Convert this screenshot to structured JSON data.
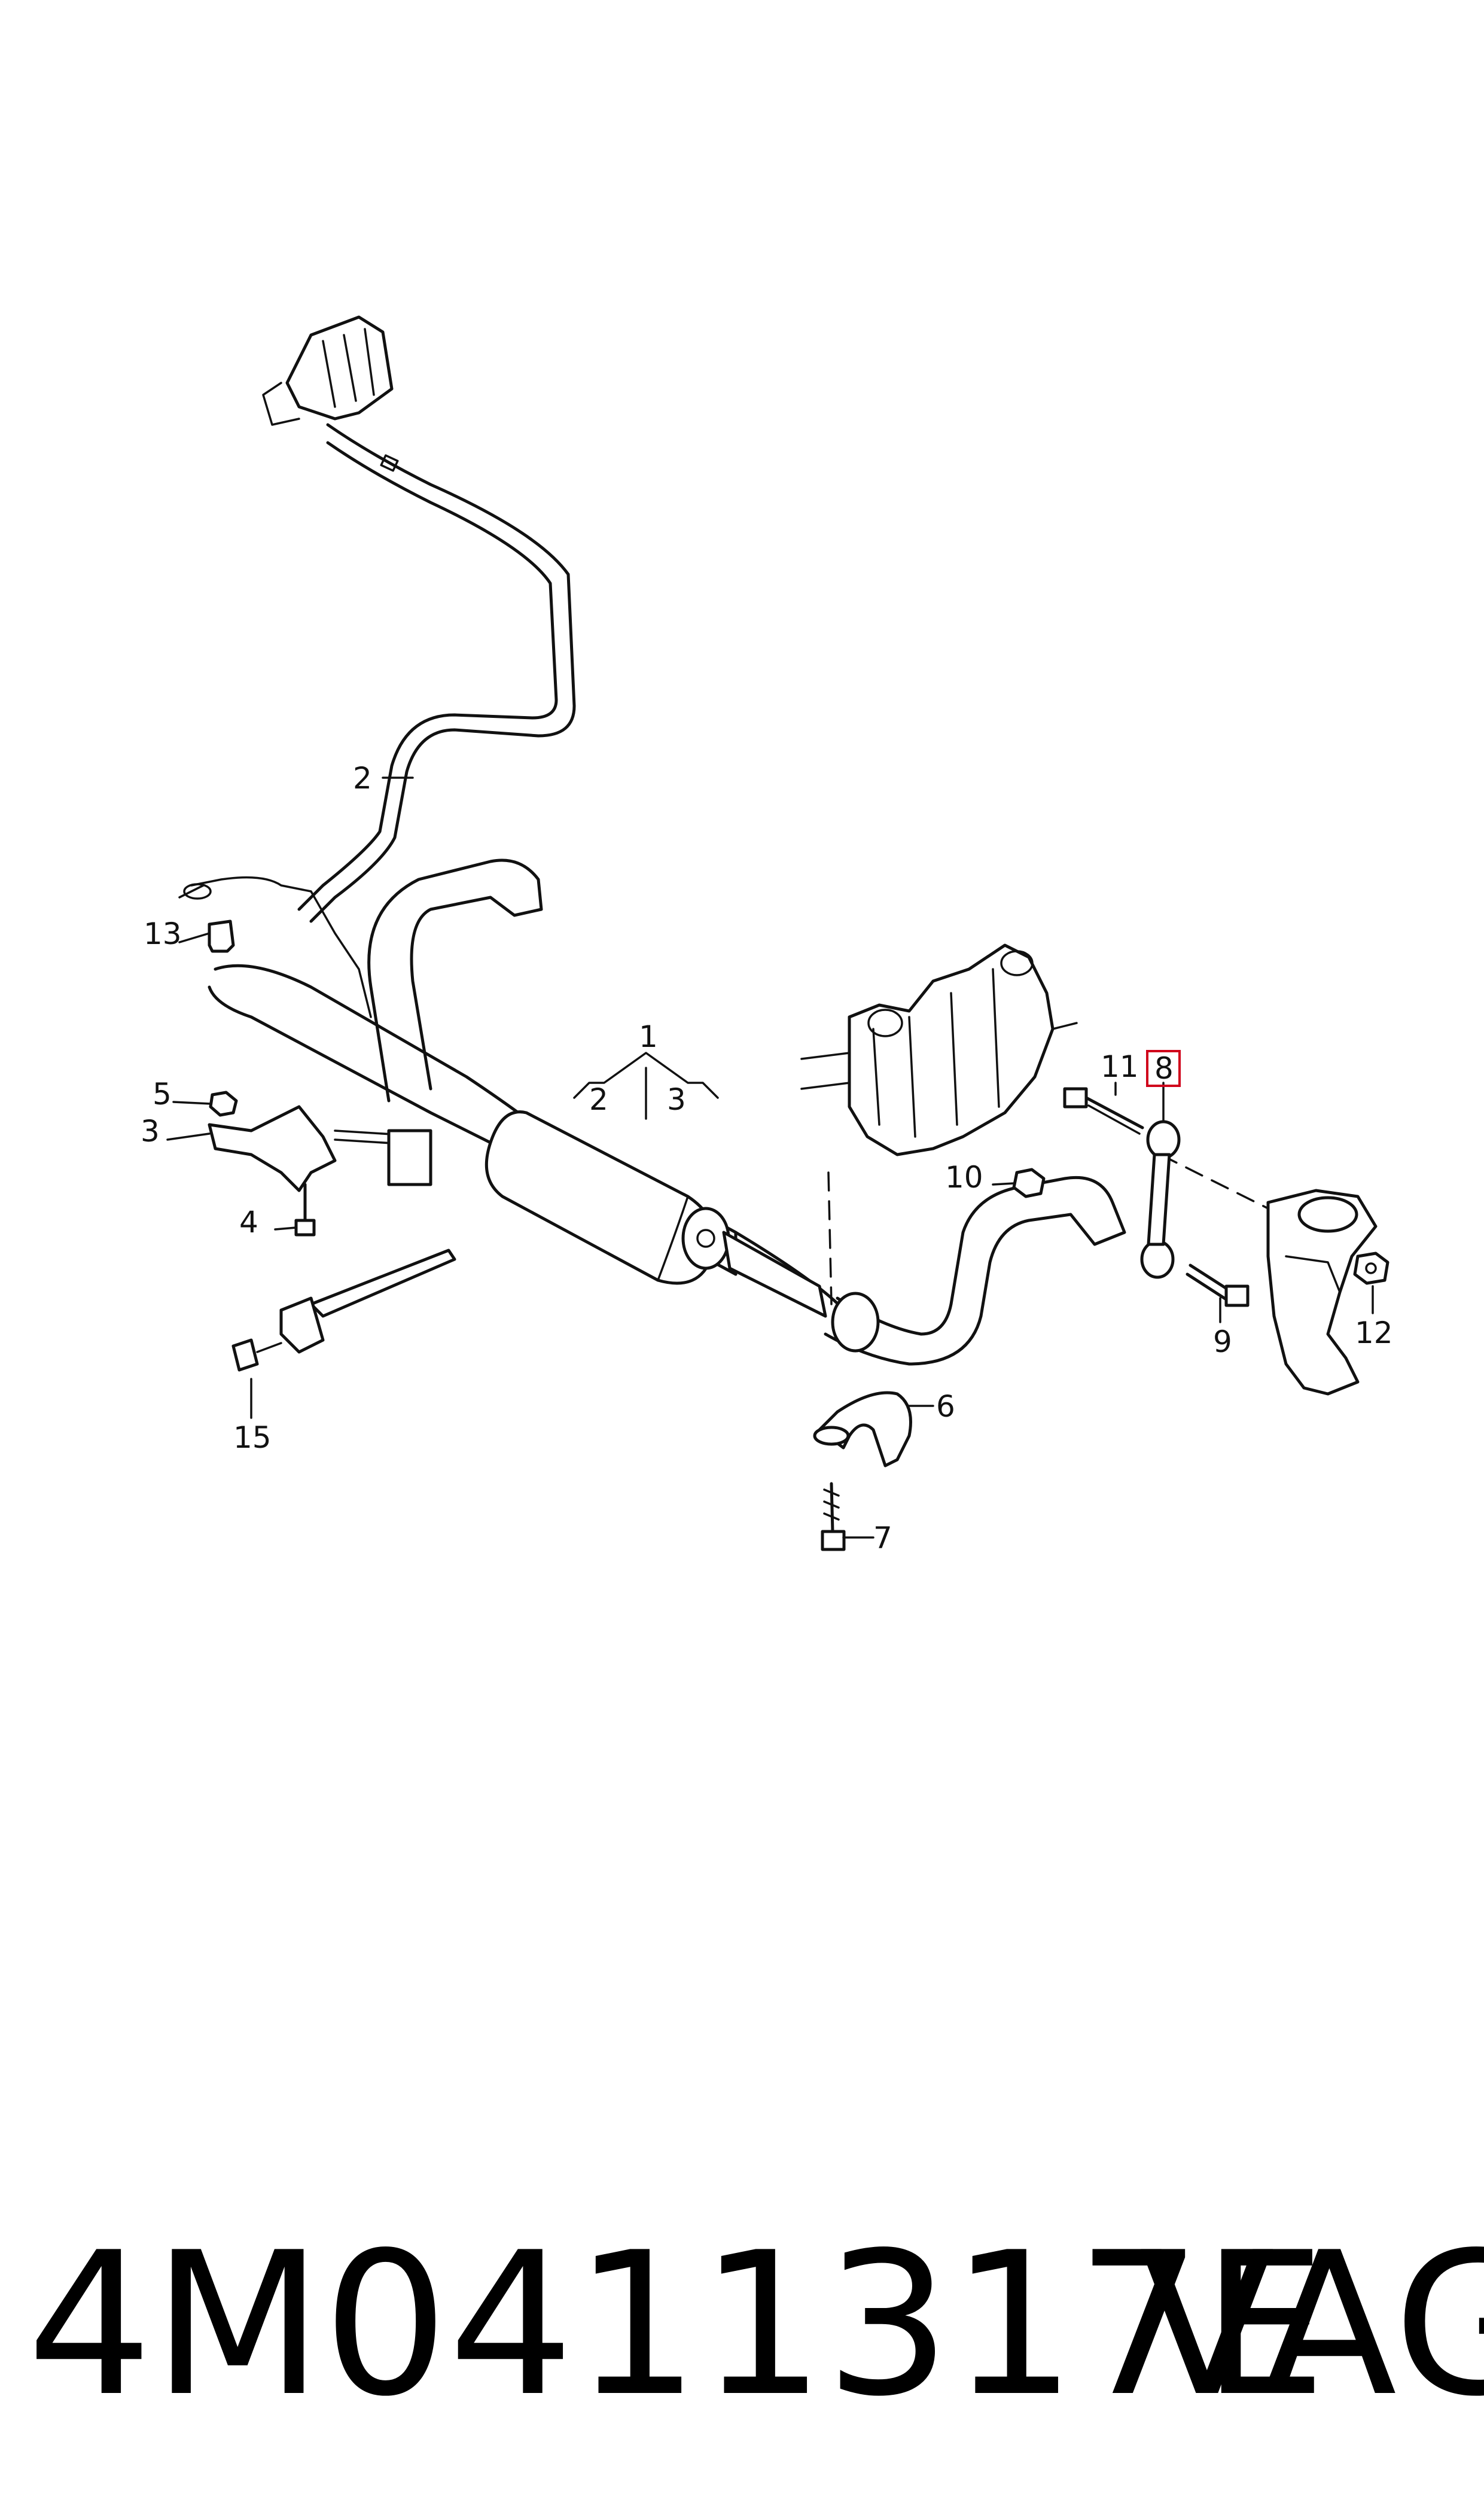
{
  "callouts": {
    "c1": "1",
    "c2": "2",
    "c3": "3",
    "c4": "4",
    "c5": "5",
    "c6": "6",
    "c7": "7",
    "c8": "8",
    "c9": "9",
    "c10": "10",
    "c11": "11",
    "c12": "12",
    "c13": "13",
    "c15": "15",
    "sub2": "2",
    "sub3": "3"
  },
  "highlight_color": "#d0021b",
  "footer": {
    "part_number": "4M0411317E",
    "brand": "VAG"
  }
}
